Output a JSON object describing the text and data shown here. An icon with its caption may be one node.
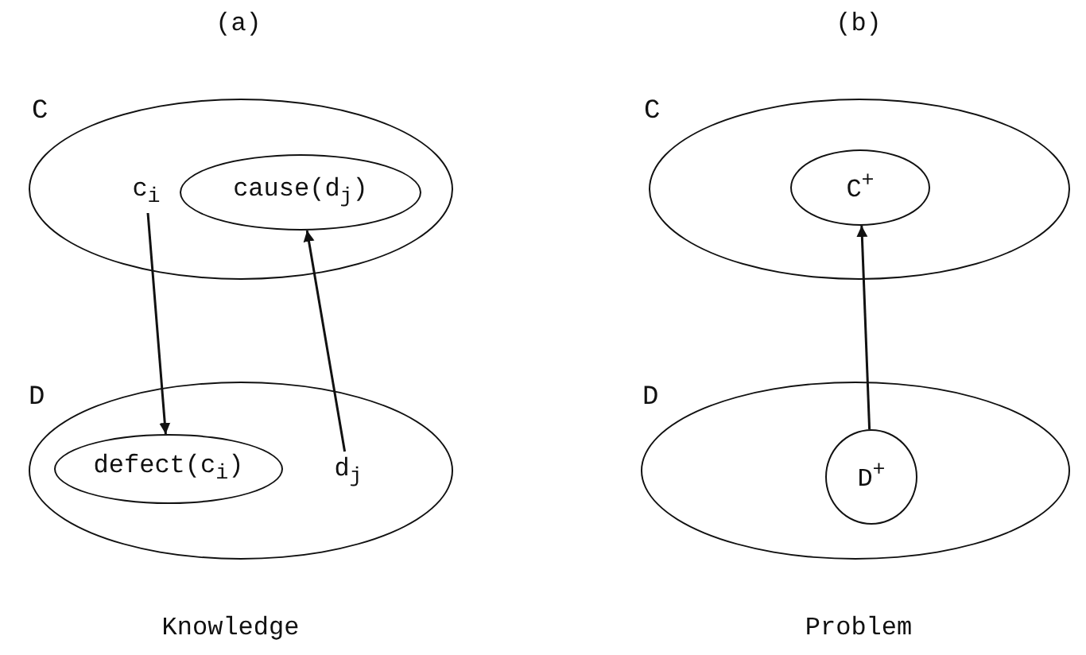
{
  "diagram": {
    "nodes": [
      {
        "text": [
          "C"
        ]
      },
      {
        "text": [
          "c$_{i}$"
        ],
        "in": 0
      },
      {
        "text": [
          "cause(d$_{j}$)"
        ],
        "in": 0
      },
      {
        "text": [
          "D"
        ]
      },
      {
        "text": [
          "defect(c$_{i}$)"
        ],
        "in": 3
      },
      {
        "text": [
          "d$_{j}$"
        ],
        "in": 3
      },
      {
        "text": [
          "C"
        ]
      },
      {
        "text": [
          "C$^{+}$"
        ],
        "in": 6
      },
      {
        "text": [
          "D"
        ]
      },
      {
        "text": [
          "D$^{+}$"
        ],
        "in": 8
      }
    ],
    "edges": [
      {
        "from": 1,
        "to": 4,
        "arrow": "to"
      },
      {
        "from": 5,
        "to": 2,
        "arrow": "to"
      },
      {
        "from": 9,
        "to": 7,
        "arrow": "to"
      }
    ],
    "labels": [
      "(a)",
      "(b)",
      "Knowledge",
      "Problem"
    ]
  }
}
